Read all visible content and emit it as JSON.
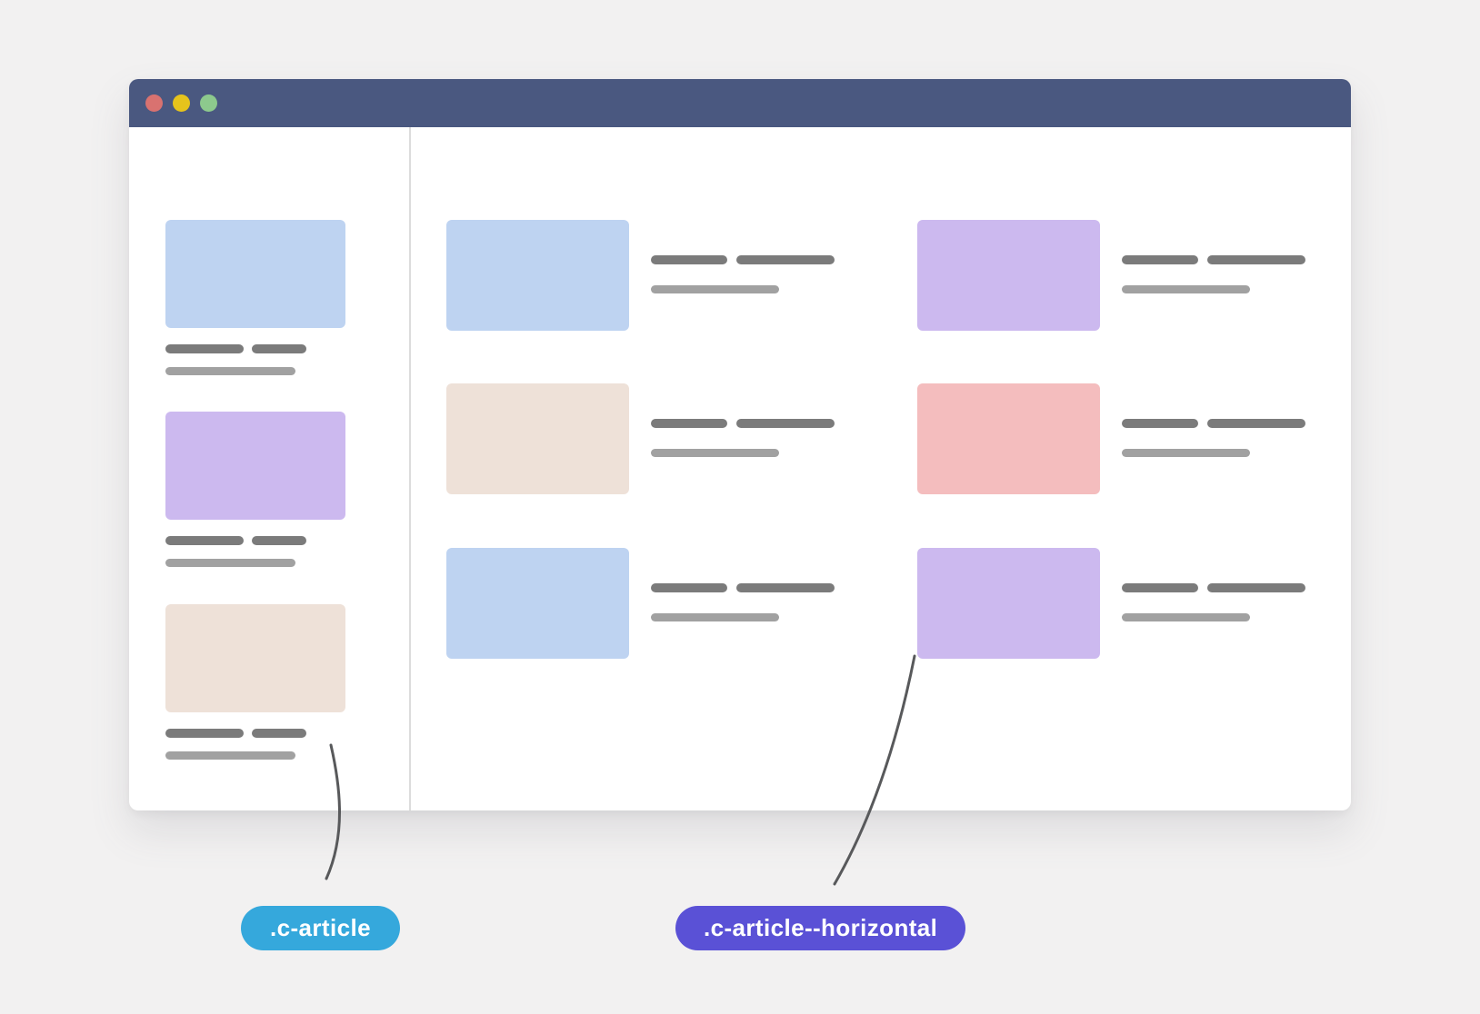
{
  "colors": {
    "background": "#f2f1f1",
    "window_body": "#ffffff",
    "titlebar": "#4a5880",
    "divider": "#dcdcdc",
    "text_bar_dark": "#7b7b7b",
    "text_bar_light": "#a1a1a1",
    "arrow": "#58595b",
    "image_blue": "#bed3f1",
    "image_purple": "#ccb9ef",
    "image_beige": "#eee1d8",
    "image_pink": "#f4bdbe"
  },
  "window": {
    "traffic_lights": [
      {
        "name": "close",
        "color": "#d97270"
      },
      {
        "name": "minimize",
        "color": "#e6c31c"
      },
      {
        "name": "maximize",
        "color": "#8dc98d"
      }
    ]
  },
  "sidebar": {
    "cards": [
      {
        "variant": "vertical",
        "image_color": "#bed3f1"
      },
      {
        "variant": "vertical",
        "image_color": "#ccb9ef"
      },
      {
        "variant": "vertical",
        "image_color": "#eee1d8"
      }
    ]
  },
  "main": {
    "columns": [
      {
        "cards": [
          {
            "variant": "horizontal",
            "image_color": "#bed3f1"
          },
          {
            "variant": "horizontal",
            "image_color": "#eee1d8"
          },
          {
            "variant": "horizontal",
            "image_color": "#bed3f1"
          }
        ]
      },
      {
        "cards": [
          {
            "variant": "horizontal",
            "image_color": "#ccb9ef"
          },
          {
            "variant": "horizontal",
            "image_color": "#f4bdbe"
          },
          {
            "variant": "horizontal",
            "image_color": "#ccb9ef"
          }
        ]
      }
    ]
  },
  "annotations": [
    {
      "label": ".c-article",
      "pill_color": "#35a8dc"
    },
    {
      "label": ".c-article--horizontal",
      "pill_color": "#5a51d6"
    }
  ]
}
